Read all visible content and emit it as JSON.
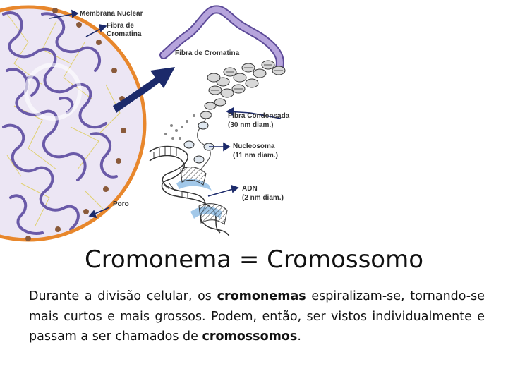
{
  "labels": {
    "nuclear_membrane": "Membrana Nuclear",
    "chromatin_fiber_line1": "Fibra de",
    "chromatin_fiber_line2": "Cromatina",
    "chromatin_fiber_main": "Fibra de Cromatina",
    "condensed_fiber": "Fibra Condensada",
    "condensed_fiber_diam": "(30 nm diam.)",
    "nucleosome": "Nucleosoma",
    "nucleosome_diam": "(11 nm diam.)",
    "dna": "ADN",
    "dna_diam": "(2 nm diam.)",
    "pore": "Poro"
  },
  "title": "Cromonema = Cromossomo",
  "paragraph": {
    "part1": "Durante a divisão celular, os ",
    "bold1": "cromonemas",
    "part2": " espiralizam-se, tornando-se mais curtos e mais grossos. Podem, então, ser vistos individualmente e passam a ser chamados de ",
    "bold2": "cromossomos",
    "part3": "."
  },
  "colors": {
    "nucleus_fill": "#ece6f4",
    "membrane": "#e8872c",
    "chromatin": "#6a5aa8",
    "fiber": "#b6a4dc",
    "arrow": "#1c2a6b",
    "label": "#333333"
  }
}
